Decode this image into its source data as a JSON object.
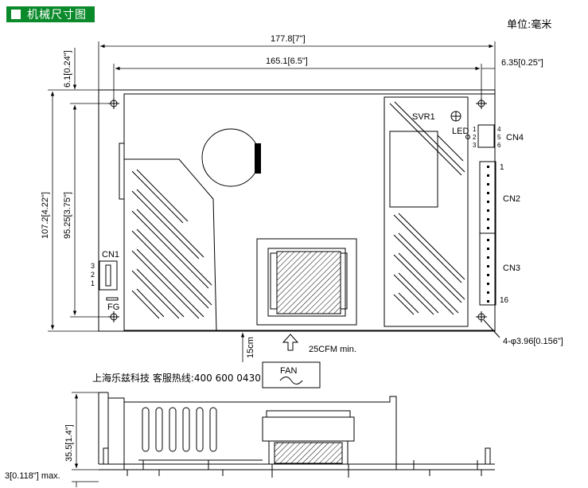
{
  "header": {
    "title": "机械尺寸图"
  },
  "unit_label": "单位:毫米",
  "dimensions": {
    "overall_width": "177.8[7\"]",
    "hole_spacing_width": "165.1[6.5\"]",
    "right_offset": "6.35[0.25\"]",
    "top_offset": "6.1[0.24\"]",
    "overall_height": "107.2[4.22\"]",
    "hole_spacing_height": "95.25[3.75\"]",
    "hole_spec": "4-φ3.96[0.156\"]",
    "fan_clearance": "15cm",
    "airflow": "25CFM min.",
    "profile_height": "35.5[1.4\"]",
    "pin_max": "3[0.118\"] max."
  },
  "labels": {
    "svr1": "SVR1",
    "led": "LED",
    "cn4": "CN4",
    "cn4_pins_left": [
      "1",
      "2",
      "3"
    ],
    "cn4_pins_right": [
      "4",
      "5",
      "6"
    ],
    "cn2": "CN2",
    "cn3": "CN3",
    "cn2_pin_first": "1",
    "cn3_pin_last": "16",
    "cn1": "CN1",
    "cn1_pins": [
      "3",
      "2",
      "1"
    ],
    "fg": "FG",
    "fan": "FAN"
  },
  "hotline": "上海乐兹科技 客服热线:400 600 0430",
  "colors": {
    "header_bg": "#0a8a2a",
    "line": "#000000"
  }
}
